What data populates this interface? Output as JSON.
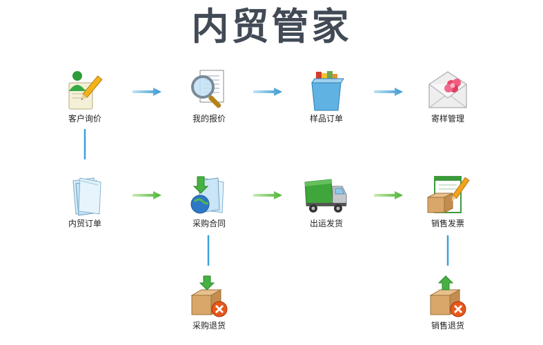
{
  "title": "内贸管家",
  "nodes": {
    "inquiry": "客户询价",
    "quote": "我的报价",
    "sample_order": "样品订单",
    "sample_mgmt": "寄样管理",
    "domestic_order": "内贸订单",
    "purchase_contract": "采购合同",
    "shipping": "出运发货",
    "sales_invoice": "销售发票",
    "purchase_return": "采购退货",
    "sales_return": "销售退货"
  },
  "colors": {
    "title": "#414a55",
    "arrow_blue": "#4aa6d8",
    "arrow_green": "#5bbf3a",
    "connector_line": "#3aa0de"
  },
  "icons": {
    "inquiry": "user-edit-icon",
    "quote": "document-search-icon",
    "sample_order": "books-box-icon",
    "sample_mgmt": "flower-envelope-icon",
    "domestic_order": "folder-icon",
    "purchase_contract": "globe-folder-download-icon",
    "shipping": "truck-icon",
    "sales_invoice": "box-document-pencil-icon",
    "purchase_return": "box-download-cancel-icon",
    "sales_return": "box-upload-cancel-icon"
  }
}
